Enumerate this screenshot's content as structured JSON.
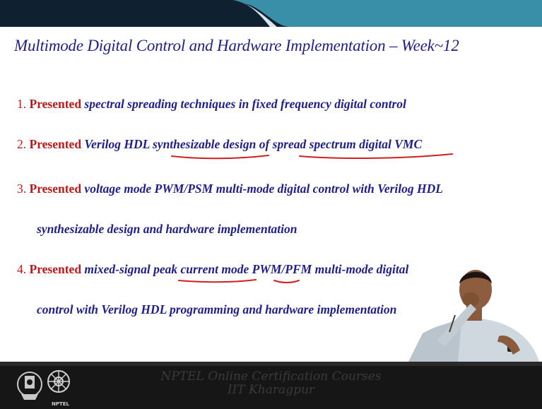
{
  "slide": {
    "title": "Multimode Digital Control and Hardware Implementation – Week~12",
    "items": [
      {
        "number": "1.",
        "keyword": "Presented",
        "text": "spectral spreading techniques in fixed frequency digital control"
      },
      {
        "number": "2.",
        "keyword": "Presented",
        "text": "Verilog HDL synthesizable design of  spread spectrum digital VMC"
      },
      {
        "number": "3.",
        "keyword": "Presented",
        "text": "voltage mode PWM/PSM multi-mode digital control with Verilog HDL",
        "continuation": "synthesizable design and hardware implementation"
      },
      {
        "number": "4.",
        "keyword": "Presented",
        "text": "mixed-signal peak current mode PWM/PFM multi-mode digital",
        "continuation": "control with Verilog HDL programming and hardware implementation"
      }
    ]
  },
  "footer": {
    "line1": "NPTEL Online Certification Courses",
    "line2": "IIT Kharagpur",
    "logo_label": "NPTEL"
  },
  "colors": {
    "title": "#1e1e8c",
    "keyword": "#c01818",
    "annotation": "#d41e1e",
    "banner_dark": "#0f2030",
    "banner_teal": "#3a8fa8",
    "footer_bg": "#161616"
  }
}
